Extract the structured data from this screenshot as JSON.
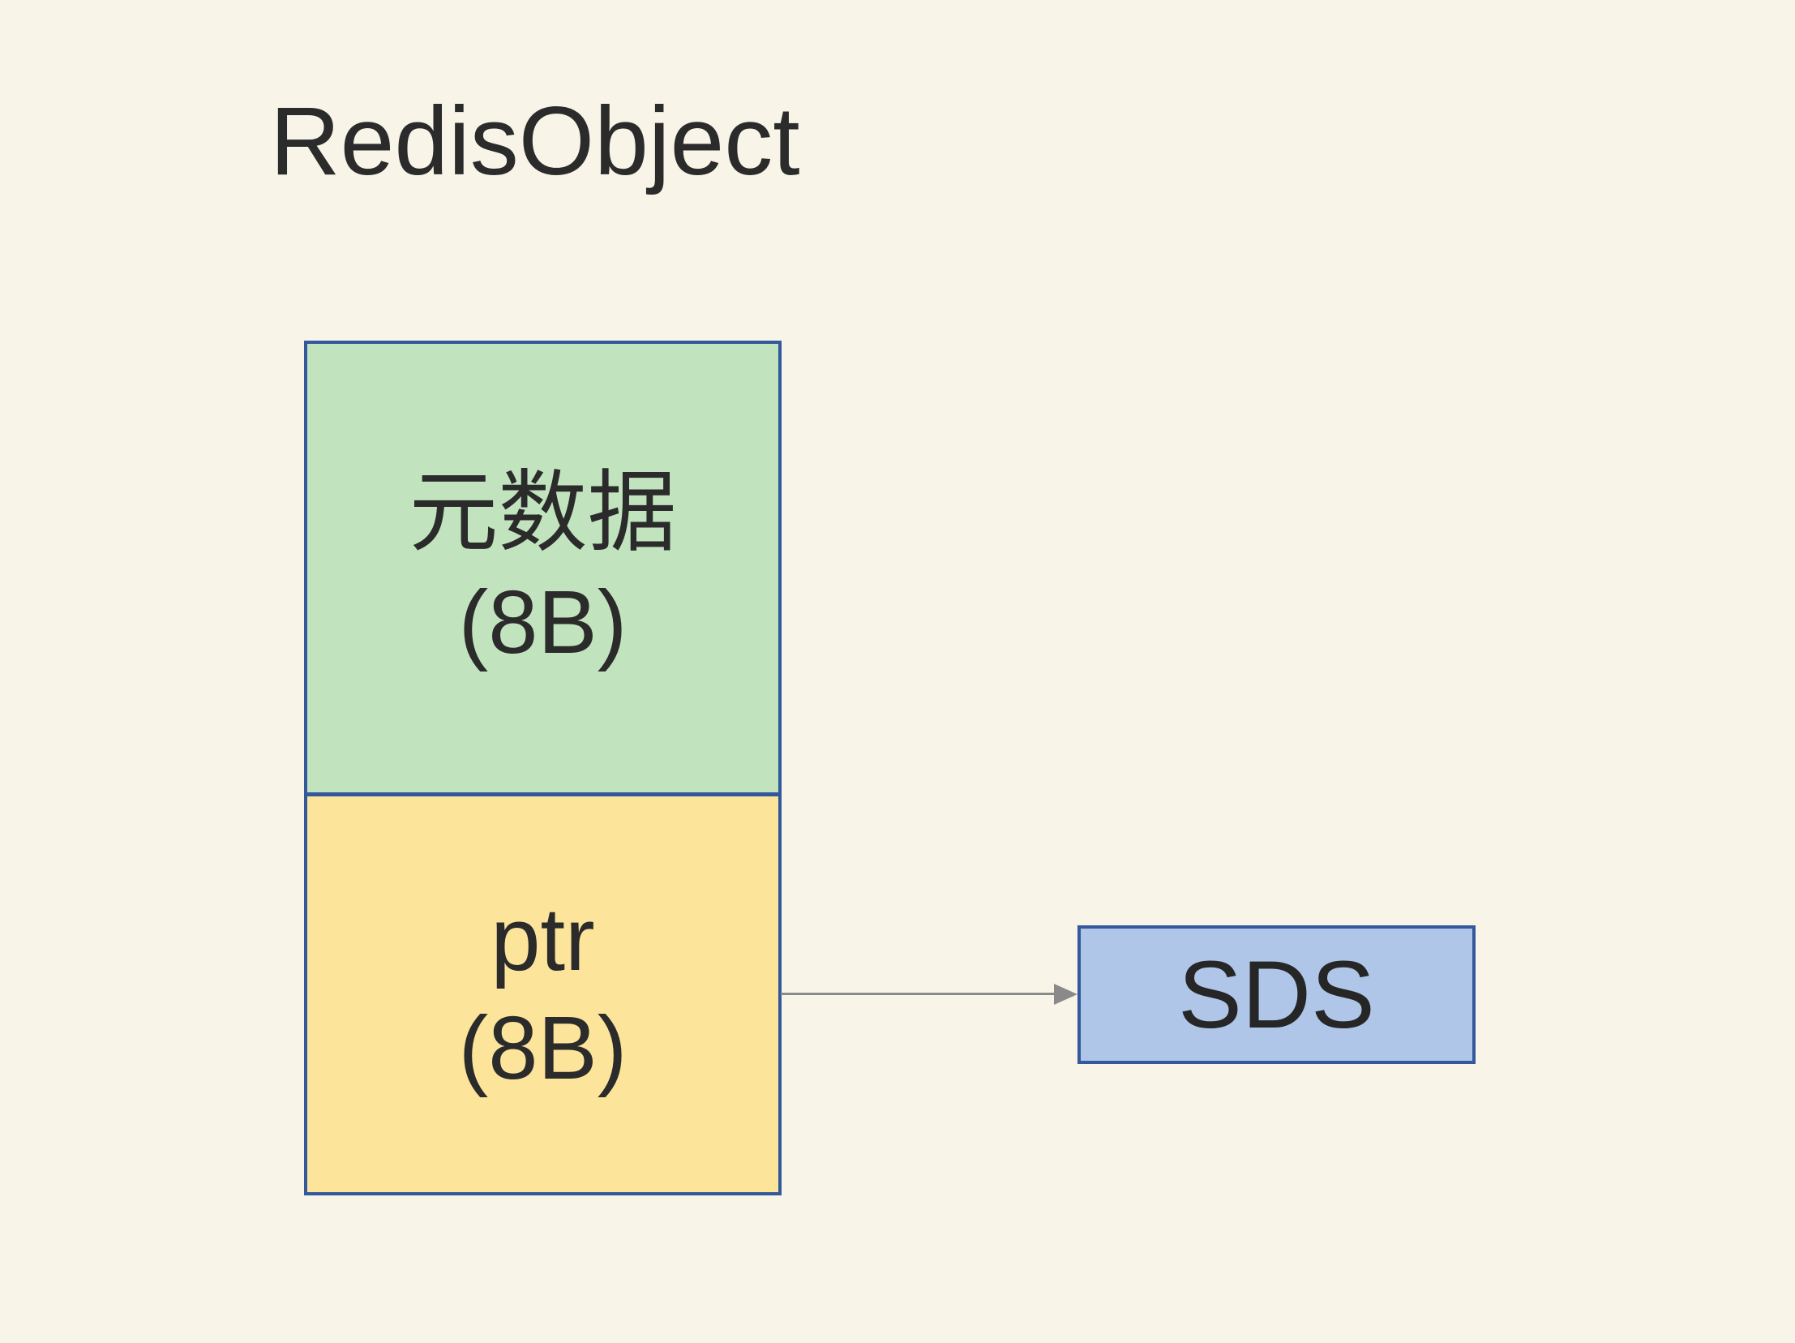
{
  "title": "RedisObject",
  "redis_object": {
    "metadata_cell": {
      "label": "元数据",
      "size": "(8B)"
    },
    "ptr_cell": {
      "label": "ptr",
      "size": "(8B)"
    }
  },
  "sds": {
    "label": "SDS"
  },
  "arrow": {
    "from": "ptr-cell",
    "to": "sds-box"
  },
  "colors": {
    "bg": "#F8F5E8",
    "green-fill": "#C1E4BE",
    "yellow-fill": "#FCE49B",
    "blue-fill": "#AFC6E8",
    "stroke": "#33589B",
    "arrow": "#8A8A8A",
    "text": "#2B2B2B"
  }
}
